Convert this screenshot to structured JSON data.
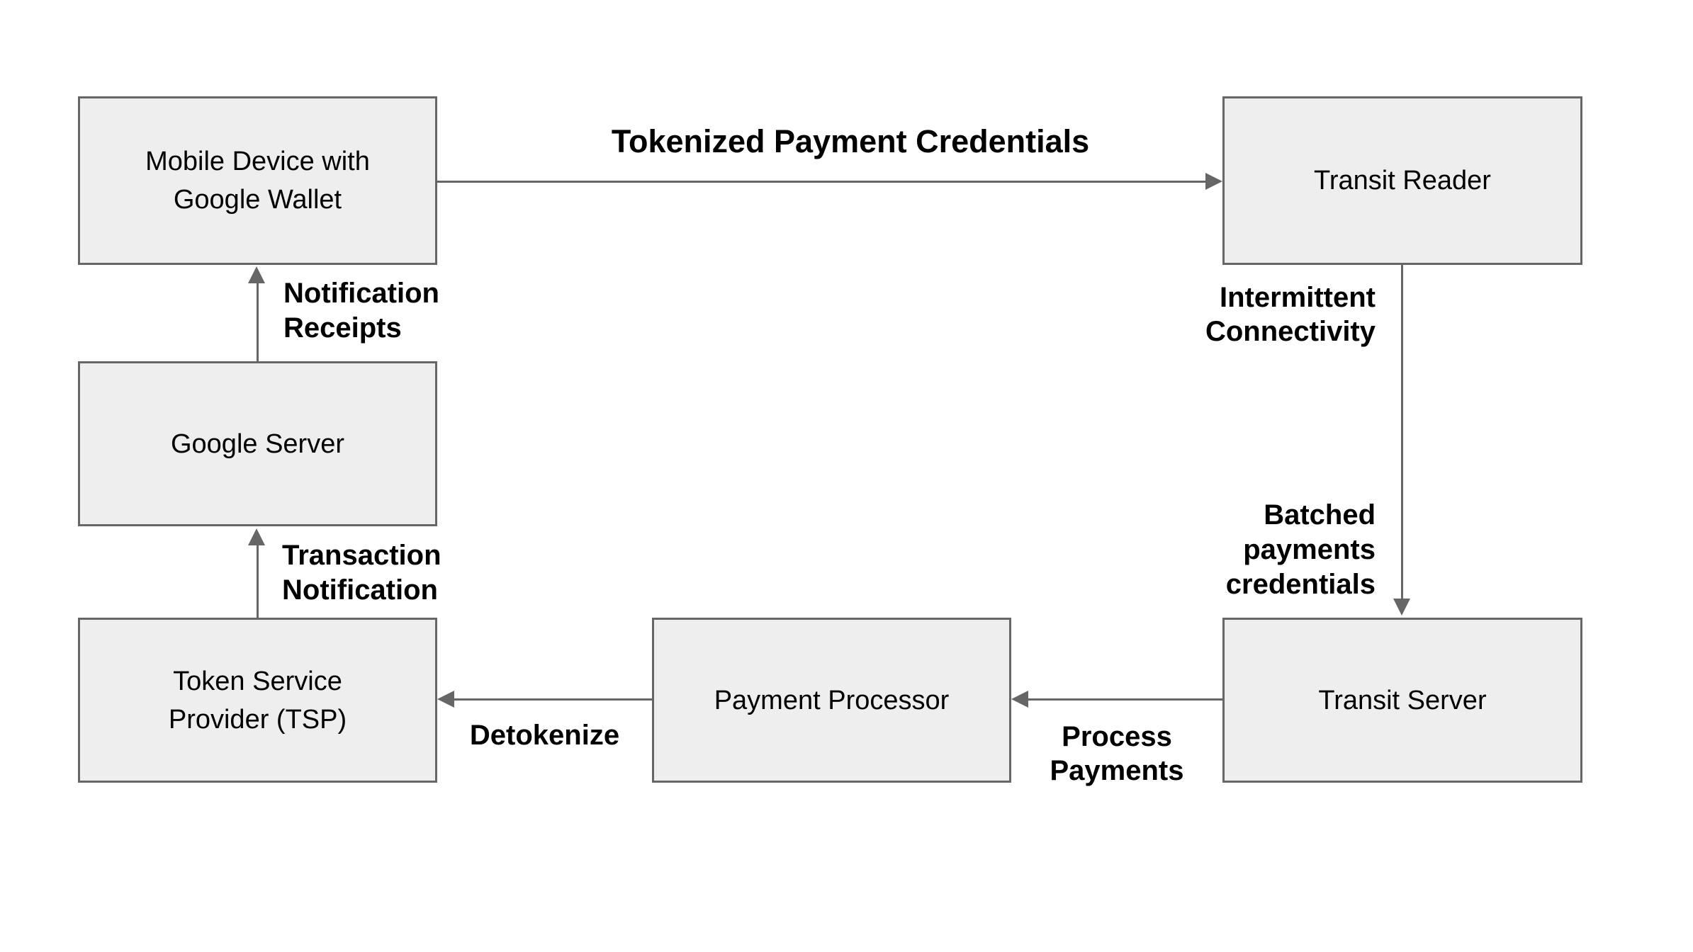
{
  "diagram": {
    "colors": {
      "background": "#ffffff",
      "node_fill": "#eeeeee",
      "node_border": "#666666",
      "arrow": "#666666",
      "node_text": "#000000",
      "label_text": "#000000"
    },
    "nodes": {
      "mobile_device": {
        "label": "Mobile Device with\nGoogle Wallet"
      },
      "transit_reader": {
        "label": "Transit Reader"
      },
      "google_server": {
        "label": "Google Server"
      },
      "tsp": {
        "label": "Token Service\nProvider (TSP)"
      },
      "payment_processor": {
        "label": "Payment Processor"
      },
      "transit_server": {
        "label": "Transit Server"
      }
    },
    "edges": [
      {
        "from": "mobile_device",
        "to": "transit_reader",
        "direction": "right",
        "label": "Tokenized Payment Credentials"
      },
      {
        "from": "transit_reader",
        "to": "transit_server",
        "direction": "down",
        "labels": {
          "upper": "Intermittent\nConnectivity",
          "lower": "Batched\npayments\ncredentials"
        }
      },
      {
        "from": "google_server",
        "to": "mobile_device",
        "direction": "up",
        "label": "Notification\nReceipts"
      },
      {
        "from": "tsp",
        "to": "google_server",
        "direction": "up",
        "label": "Transaction\nNotification"
      },
      {
        "from": "payment_processor",
        "to": "tsp",
        "direction": "left",
        "label": "Detokenize"
      },
      {
        "from": "transit_server",
        "to": "payment_processor",
        "direction": "left",
        "label": "Process\nPayments"
      }
    ]
  }
}
